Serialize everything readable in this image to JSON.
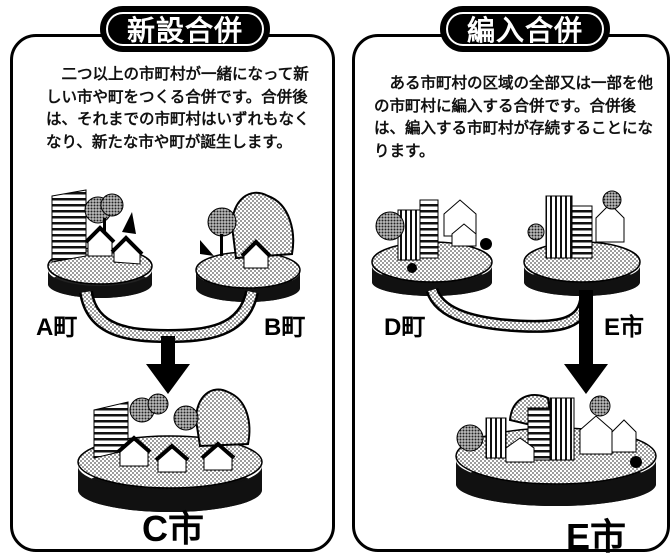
{
  "left": {
    "title": "新設合併",
    "description": "　二つ以上の市町村が一緒になって新しい市や町をつくる合併です。合併後は、それまでの市町村はいずれもなくなり、新たな市や町が誕生します。",
    "town_a": "A町",
    "town_b": "B町",
    "result": "C市"
  },
  "right": {
    "title": "編入合併",
    "description": "　ある市町村の区域の全部又は一部を他の市町村に編入する合併です。合併後は、編入する市町村が存続することになります。",
    "town_d": "D町",
    "city_e_top": "E市",
    "result": "E市"
  }
}
